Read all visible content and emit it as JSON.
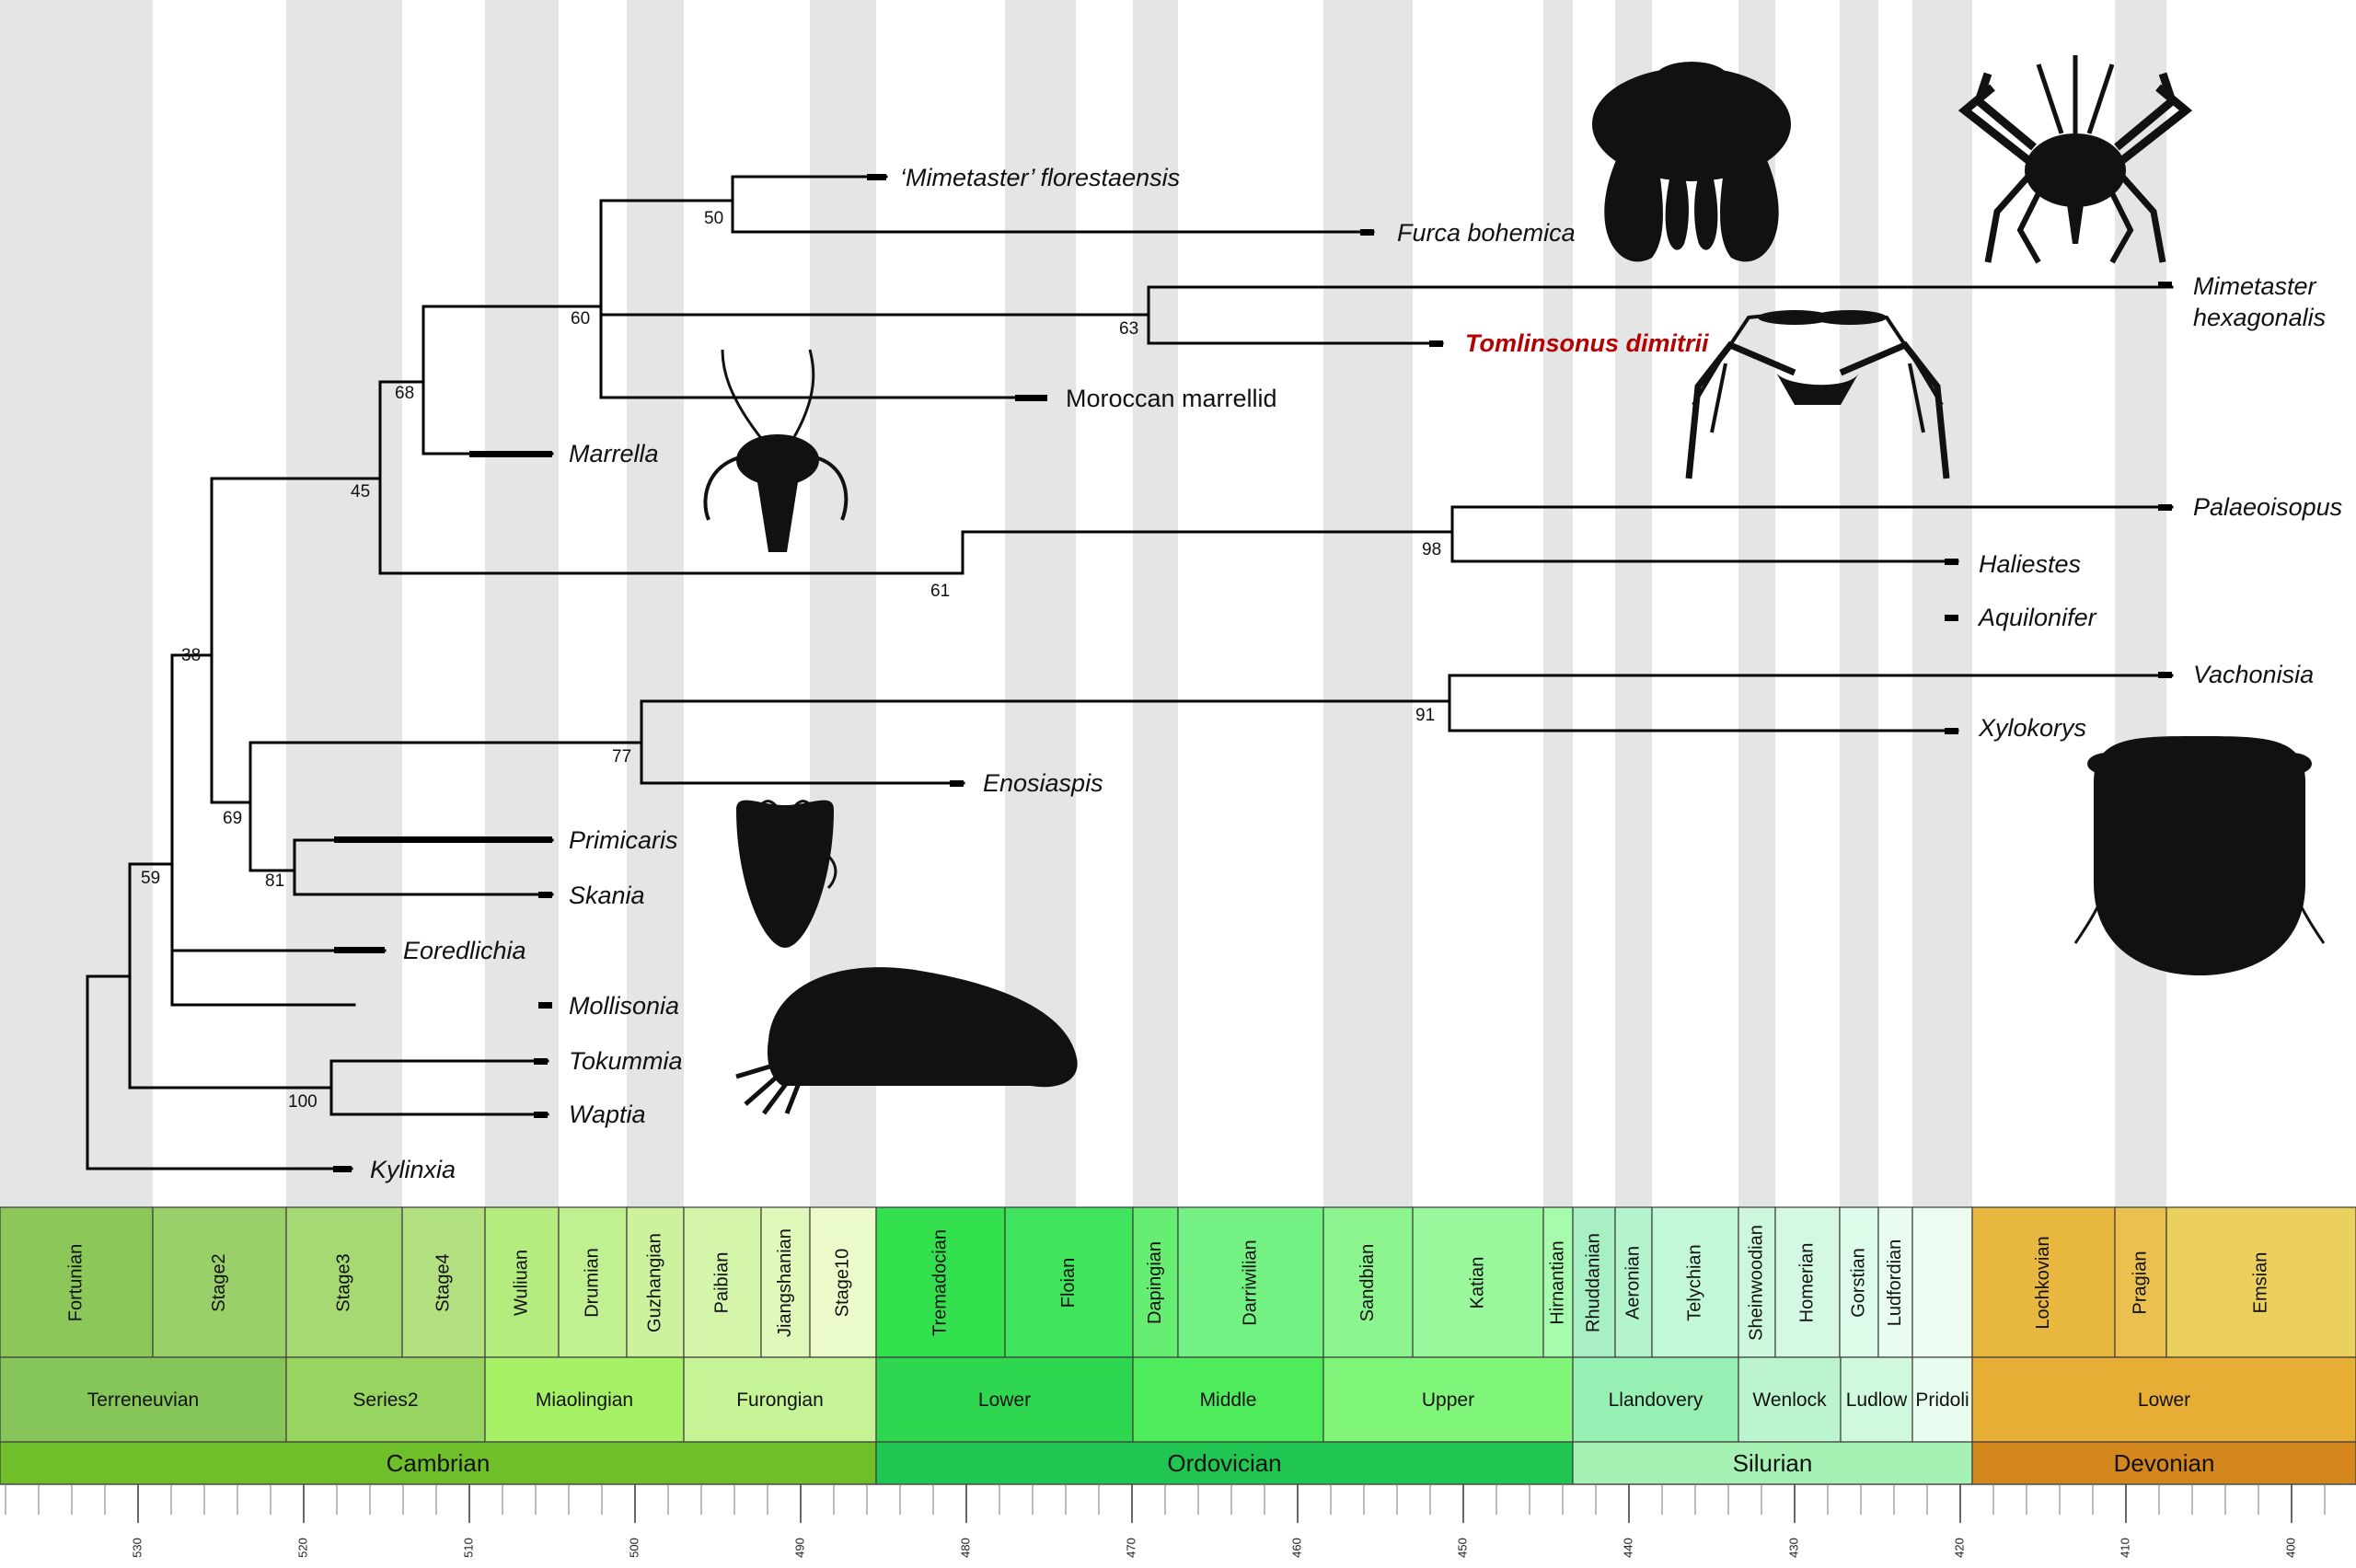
{
  "taxa": [
    {
      "name": "‘Mimetaster’ florestaensis",
      "style": "italic"
    },
    {
      "name": "Furca bohemica",
      "style": "italic"
    },
    {
      "name": "Mimetaster",
      "line2": "hexagonalis",
      "style": "italic"
    },
    {
      "name": "Tomlinsonus dimitrii",
      "style": "highlight"
    },
    {
      "name": "Moroccan marrellid",
      "style": "plain"
    },
    {
      "name": "Marrella",
      "style": "italic"
    },
    {
      "name": "Palaeoisopus",
      "style": "italic"
    },
    {
      "name": "Haliestes",
      "style": "italic"
    },
    {
      "name": "Aquilonifer",
      "style": "italic"
    },
    {
      "name": "Vachonisia",
      "style": "italic"
    },
    {
      "name": "Xylokorys",
      "style": "italic"
    },
    {
      "name": "Enosiaspis",
      "style": "italic"
    },
    {
      "name": "Primicaris",
      "style": "italic"
    },
    {
      "name": "Skania",
      "style": "italic"
    },
    {
      "name": "Eoredlichia",
      "style": "italic"
    },
    {
      "name": "Mollisonia",
      "style": "italic"
    },
    {
      "name": "Tokummia",
      "style": "italic"
    },
    {
      "name": "Waptia",
      "style": "italic"
    },
    {
      "name": "Kylinxia",
      "style": "italic"
    }
  ],
  "node_support": [
    "50",
    "60",
    "63",
    "68",
    "45",
    "98",
    "61",
    "38",
    "91",
    "77",
    "69",
    "81",
    "59",
    "100"
  ],
  "timescale": {
    "stages": [
      {
        "name": "Fortunian",
        "color": "#8cc859"
      },
      {
        "name": "Stage2",
        "color": "#9ad06a"
      },
      {
        "name": "Stage3",
        "color": "#a6d974"
      },
      {
        "name": "Stage4",
        "color": "#b3e080"
      },
      {
        "name": "Wuliuan",
        "color": "#b5ec7f"
      },
      {
        "name": "Drumian",
        "color": "#c0f08f"
      },
      {
        "name": "Guzhangian",
        "color": "#ccf29e"
      },
      {
        "name": "Paibian",
        "color": "#d5f5ab"
      },
      {
        "name": "Jiangshanian",
        "color": "#e0f8b9"
      },
      {
        "name": "Stage10",
        "color": "#ebfbc9"
      },
      {
        "name": "Tremadocian",
        "color": "#33e04e"
      },
      {
        "name": "Floian",
        "color": "#41e45d"
      },
      {
        "name": "Dapingian",
        "color": "#66ee73"
      },
      {
        "name": "Darriwilian",
        "color": "#73f283"
      },
      {
        "name": "Sandbian",
        "color": "#8cf58f"
      },
      {
        "name": "Katian",
        "color": "#99f89c"
      },
      {
        "name": "Hirnantian",
        "color": "#a6fbad"
      },
      {
        "name": "Rhuddanian",
        "color": "#a8f0c4"
      },
      {
        "name": "Aeronian",
        "color": "#b4f4cd"
      },
      {
        "name": "Telychian",
        "color": "#c2f7d8"
      },
      {
        "name": "Sheinwoodian",
        "color": "#cdf7dd"
      },
      {
        "name": "Homerian",
        "color": "#d5f8e2"
      },
      {
        "name": "Gorstian",
        "color": "#ddfbe9"
      },
      {
        "name": "Ludfordian",
        "color": "#e8fcef"
      },
      {
        "name": "",
        "color": "#ecfcf0"
      },
      {
        "name": "Lochkovian",
        "color": "#e7b73f"
      },
      {
        "name": "Pragian",
        "color": "#eac04f"
      },
      {
        "name": "Emsian",
        "color": "#ecd05e"
      }
    ],
    "series": [
      {
        "name": "Terreneuvian",
        "color": "#86c55a"
      },
      {
        "name": "Series2",
        "color": "#98d460"
      },
      {
        "name": "Miaolingian",
        "color": "#a7f166"
      },
      {
        "name": "Furongian",
        "color": "#c5f396"
      },
      {
        "name": "Lower",
        "color": "#2fd64f"
      },
      {
        "name": "Middle",
        "color": "#4eeb5c"
      },
      {
        "name": "Upper",
        "color": "#7ff57a"
      },
      {
        "name": "Llandovery",
        "color": "#96f0b4"
      },
      {
        "name": "Wenlock",
        "color": "#bcf5cd"
      },
      {
        "name": "Ludlow",
        "color": "#cff8dd"
      },
      {
        "name": "Pridoli",
        "color": "#e8fdef"
      },
      {
        "name": "Lower",
        "color": "#e7ae36"
      }
    ],
    "periods": [
      {
        "name": "Cambrian",
        "color": "#6fbf2a"
      },
      {
        "name": "Ordovician",
        "color": "#20c651"
      },
      {
        "name": "Silurian",
        "color": "#a6f2b4"
      },
      {
        "name": "Devonian",
        "color": "#d4871d"
      }
    ],
    "axis_ticks": [
      "530",
      "520",
      "510",
      "500",
      "490",
      "480",
      "470",
      "460",
      "450",
      "440",
      "430",
      "420",
      "410",
      "400"
    ]
  }
}
